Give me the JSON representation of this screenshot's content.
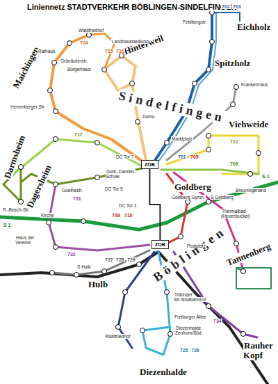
{
  "diagram": {
    "title": "Liniennetz STADTVERKEHR BÖBLINGEN-SINDELFINGEN",
    "nodes": [
      {
        "text": [
          "ZOB"
        ]
      },
      {
        "text": [
          "ZOB"
        ]
      }
    ],
    "edges": [
      {
        "from": 0,
        "to": 1,
        "arrow": "none"
      }
    ],
    "labels": [
      "Eichholz",
      "Spitzholz",
      "Maichingen",
      "Hinterweil",
      "Sindelfingen",
      "Viehweide",
      "Goldberg",
      "Darmsheim",
      "Dagersheim",
      "Böblingen",
      "Tannenberg",
      "Hulb",
      "Rauher Kopf",
      "Diezenhalde",
      "Waldfriedhof",
      "Landhaussiedlung",
      "Rathaus",
      "Grünäckerstr.",
      "Bürgerhaus",
      "Herrenberger Str.",
      "Feldbergstr.",
      "Krankenhaus",
      "Domo",
      "Marktplatz",
      "Gottl.-Daimler-Schule",
      "Goldberg Gymn.",
      "DC Tor 1",
      "DC Tor 5",
      "DC Tor 7",
      "Breuningerland",
      "S Goldberg",
      "Thermalbad (Hexenbuckel)",
      "Postplatz",
      "Kirche",
      "Goethestr.",
      "Haus der Vereine",
      "R.-Bosch-Str.",
      "S Hulb",
      "Tübinger Str./Südbahnhof",
      "Freiburger Allee",
      "Diezenhalde Zentrum/Süd",
      "Waldfriedhof",
      "702",
      "703",
      "724",
      "715",
      "716",
      "712",
      "706",
      "701",
      "705",
      "709",
      "710",
      "717",
      "731",
      "732",
      "727",
      "728",
      "729",
      "725",
      "726",
      "734",
      "S 1",
      "S 1"
    ]
  }
}
